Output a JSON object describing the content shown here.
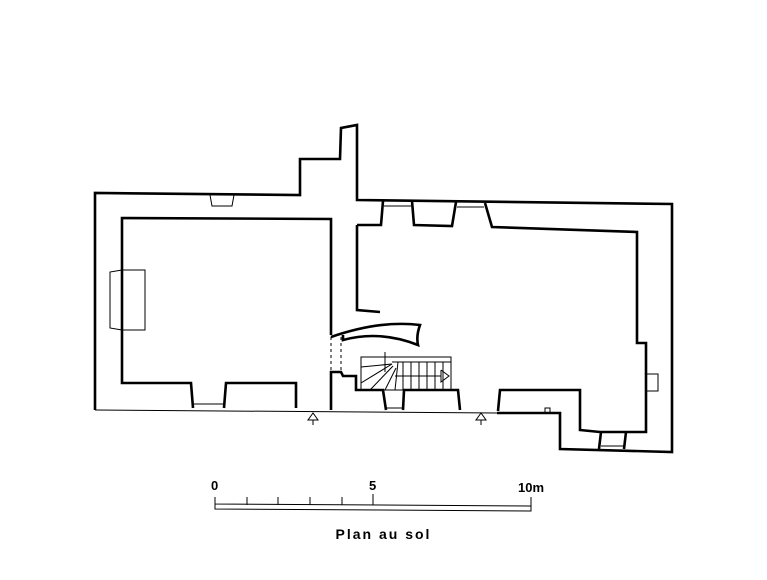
{
  "drawing": {
    "title": "Plan au sol",
    "scale": {
      "labels": [
        "0",
        "5",
        "10m"
      ],
      "unit": "m",
      "max": 10,
      "subdivisions": 5
    }
  }
}
